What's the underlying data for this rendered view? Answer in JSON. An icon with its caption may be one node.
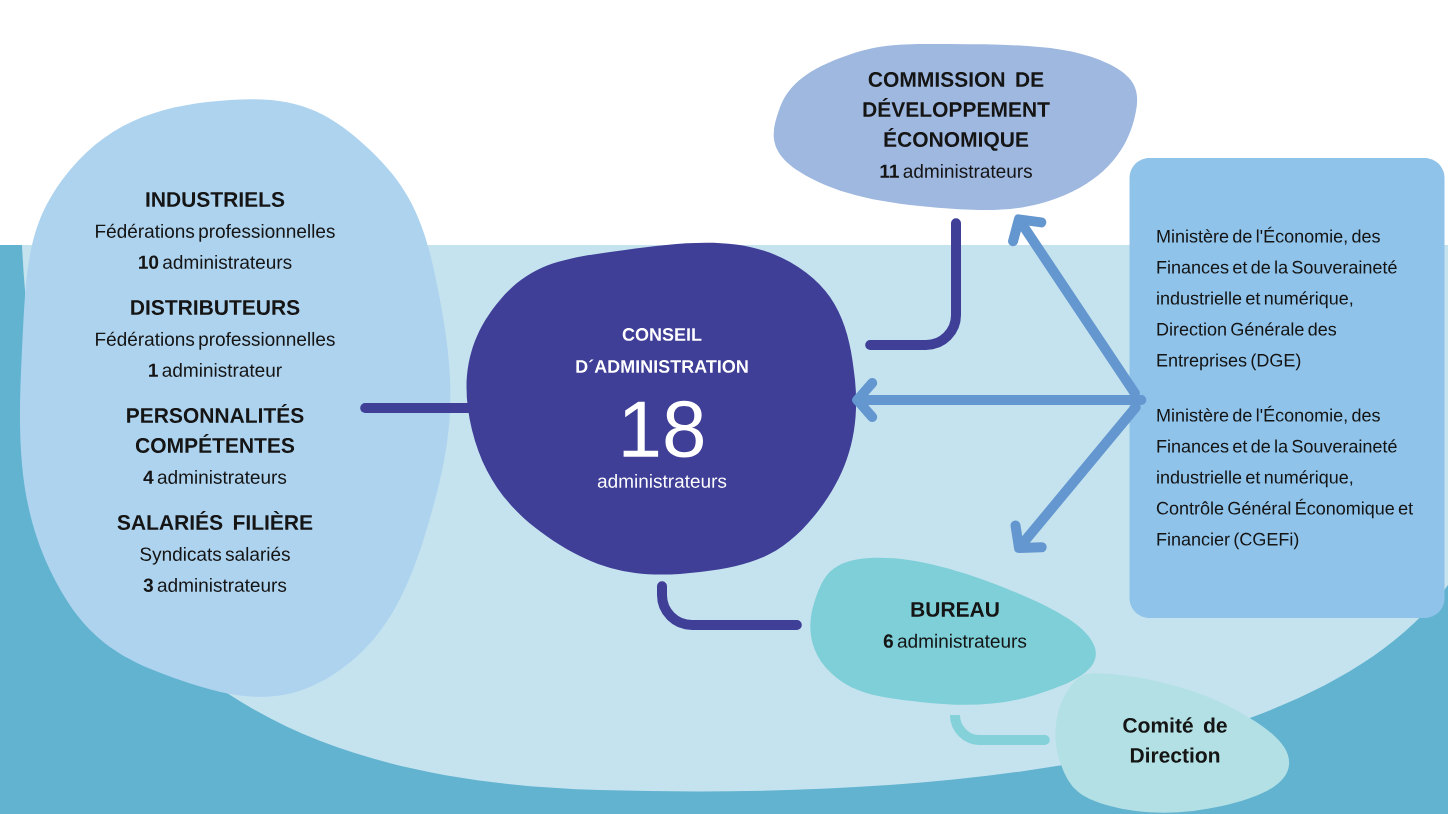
{
  "diagram": {
    "nodes": [
      {
        "text": [
          "INDUSTRIELS",
          "Fédérations professionnelles",
          "**10** administrateurs",
          "DISTRIBUTEURS",
          "Fédérations professionnelles",
          "**1** administrateur",
          "PERSONNALITÉS COMPÉTENTES",
          "**4** administrateurs",
          "SALARIÉS FILIÈRE",
          "Syndicats salariés",
          "**3** administrateurs"
        ]
      },
      {
        "text": [
          "CONSEIL D´ADMINISTRATION",
          "18",
          "administrateurs"
        ]
      },
      {
        "text": [
          "COMMISSION DE DÉVELOPPEMENT ÉCONOMIQUE",
          "**11** administrateurs"
        ]
      },
      {
        "text": [
          "Ministère de l'Économie, des Finances et de la Souveraineté industrielle et numérique, Direction Générale des Entreprises (DGE)",
          "Ministère de l'Économie, des Finances et de la Souveraineté industrielle et numérique, Contrôle Général Économique et Financier (CGEFi)"
        ]
      },
      {
        "text": [
          "BUREAU",
          "**6** administrateurs"
        ]
      },
      {
        "text": [
          "Comité de Direction"
        ]
      }
    ],
    "edges": [
      {
        "from": 0,
        "to": 1,
        "arrow": "none"
      },
      {
        "from": 1,
        "to": 2,
        "arrow": "none"
      },
      {
        "from": 1,
        "to": 4,
        "arrow": "none"
      },
      {
        "from": 3,
        "to": 2,
        "arrow": "to",
        "color": "#6497cf"
      },
      {
        "from": 3,
        "to": 1,
        "arrow": "to",
        "color": "#6497cf"
      },
      {
        "from": 3,
        "to": 4,
        "arrow": "to",
        "color": "#6497cf"
      },
      {
        "from": 4,
        "to": 5,
        "arrow": "none",
        "color": "#84d1da"
      }
    ]
  }
}
